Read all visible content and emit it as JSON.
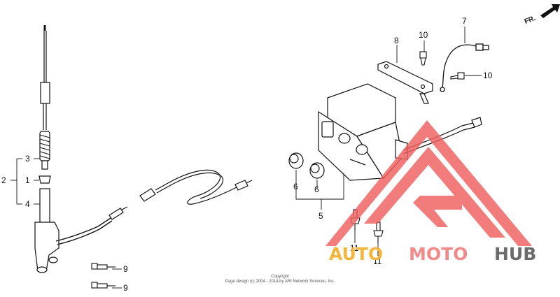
{
  "direction_label": "FR.",
  "callouts": {
    "c1": "1",
    "c2": "2",
    "c3": "3",
    "c4": "4",
    "c5": "5",
    "c6a": "6",
    "c6b": "6",
    "c7": "7",
    "c8": "8",
    "c9a": "9",
    "c9b": "9",
    "c10a": "10",
    "c10b": "10",
    "c11a": "11",
    "c11b": "11"
  },
  "copyright": {
    "line1": "Copyright",
    "line2": "Page design (c) 2004 - 2014 by ARI Network Services, Inc."
  },
  "watermark": {
    "part1": "AUTO",
    "part2": "MOTO",
    "part3": "HUB",
    "colors": {
      "auto": "#f6b53a",
      "moto": "#f28a8a",
      "hub": "#6b6b6b",
      "logo": "#f06060"
    }
  }
}
